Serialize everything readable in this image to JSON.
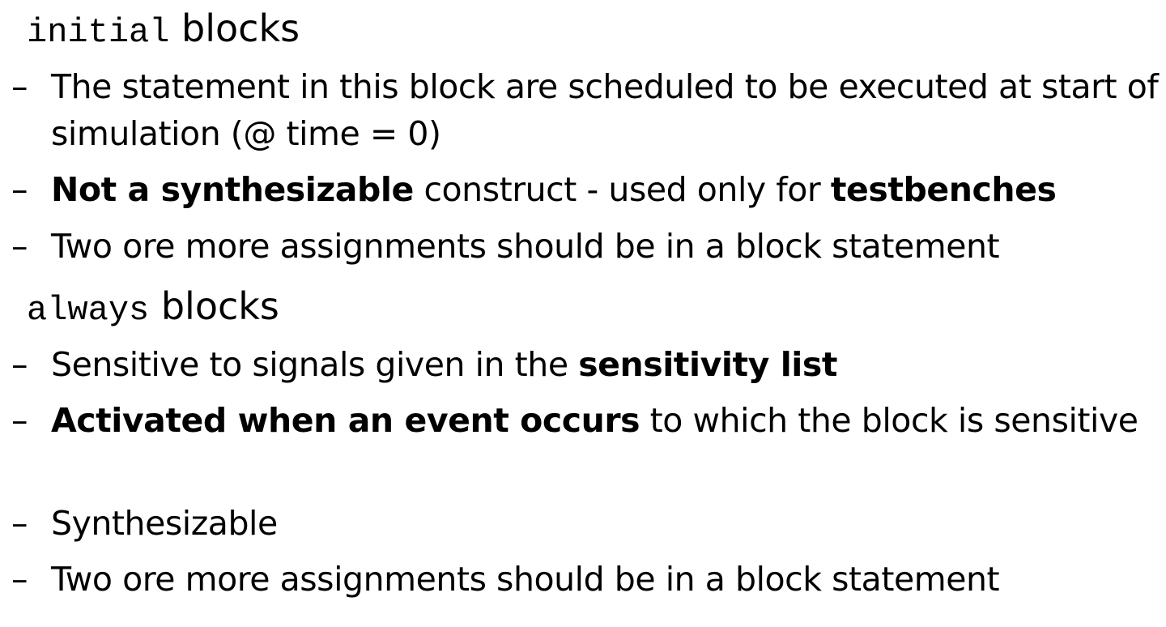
{
  "sections": [
    {
      "keyword": "initial",
      "title_rest": " blocks",
      "bullets": [
        {
          "dash": "–",
          "parts": [
            "The statement in this block are scheduled to be executed at start of simulation (@ time = 0)"
          ]
        },
        {
          "dash": "–",
          "parts": [
            "Not a synthesizable",
            " construct - used only for ",
            "testbenches"
          ]
        },
        {
          "dash": "–",
          "parts": [
            "Two ore more assignments should be in a block statement"
          ]
        }
      ]
    },
    {
      "keyword": "always",
      "title_rest": " blocks",
      "bullets": [
        {
          "dash": "–",
          "parts": [
            "Sensitive to signals given in the ",
            "sensitivity list"
          ]
        },
        {
          "dash": "–",
          "parts": [
            "Activated when an event occurs",
            " to which the block is sensitive"
          ]
        },
        {
          "dash": "–",
          "parts": [
            "Synthesizable"
          ]
        },
        {
          "dash": "–",
          "parts": [
            "Two ore more assignments should be in a block statement"
          ]
        }
      ]
    }
  ]
}
